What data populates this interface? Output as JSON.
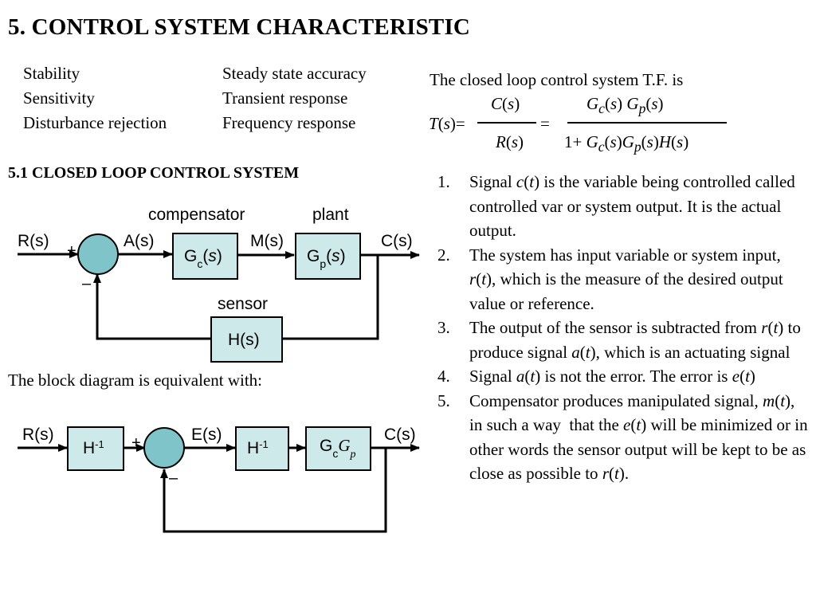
{
  "title": "5. CONTROL SYSTEM CHARACTERISTIC",
  "characteristics": {
    "col1": [
      "Stability",
      "Sensitivity",
      "Disturbance rejection"
    ],
    "col2": [
      "Steady state accuracy",
      "Transient response",
      "Frequency response"
    ]
  },
  "tf": {
    "intro": "The closed loop control system T.F. is",
    "lhs": "T(s)=",
    "num1": "C(s)",
    "den1": "R(s)",
    "equals": "=",
    "num2": "Gc(s) Gp(s)",
    "den2": "1+ Gc(s)Gp(s)H(s)"
  },
  "section_heading": "5.1 CLOSED LOOP CONTROL SYSTEM",
  "diagram1": {
    "label_compensator": "compensator",
    "label_plant": "plant",
    "label_sensor": "sensor",
    "signal_input": "R(s)",
    "signal_actuating": "A(s)",
    "signal_manipulated": "M(s)",
    "signal_output": "C(s)",
    "block_compensator": "Gc(s)",
    "block_plant": "Gp(s)",
    "block_sensor": "H(s)",
    "sign_plus": "+",
    "sign_minus": "–"
  },
  "equivalent_text": "The block diagram is equivalent with:",
  "diagram2": {
    "signal_input": "R(s)",
    "signal_error": "E(s)",
    "signal_output": "C(s)",
    "block_inverse_1": "H-1",
    "block_inverse_2": "H-1",
    "block_forward": "GcGp",
    "sign_plus": "+",
    "sign_minus": "–"
  },
  "list": [
    {
      "num": "1.",
      "html": "Signal <i>c</i>(<i>t</i>) is the variable being controlled called controlled var or system output. It is the actual output."
    },
    {
      "num": "2.",
      "html": "The system has input variable or system input, <i>r</i>(<i>t</i>), which is the measure of the desired output value or reference."
    },
    {
      "num": "3.",
      "html": "The output of the sensor is subtracted from <i>r</i>(<i>t</i>) to produce signal <i>a</i>(<i>t</i>), which is an actuating signal"
    },
    {
      "num": "4.",
      "html": "Signal <i>a</i>(<i>t</i>) is not the error. The error is <i>e</i>(<i>t</i>)"
    },
    {
      "num": "5.",
      "html": "Compensator produces manipulated signal, <i>m</i>(<i>t</i>), in such a way&nbsp; that the <i>e</i>(<i>t</i>) will be minimized or in other words the sensor output will be kept to be as close as possible to <i>r</i>(<i>t</i>)."
    }
  ],
  "colors": {
    "block_fill": "#cde9ea",
    "summing_fill": "#7fc4c9"
  }
}
